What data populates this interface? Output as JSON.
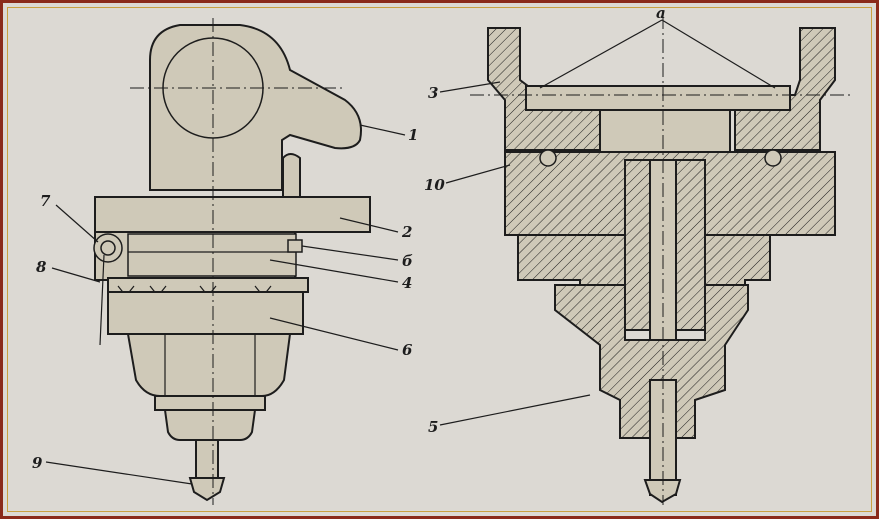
{
  "figure": {
    "left_labels": [
      "1",
      "2",
      "б",
      "4",
      "6",
      "7",
      "8",
      "9"
    ],
    "right_labels": [
      "a",
      "3",
      "10",
      "5"
    ]
  },
  "colors": {
    "frame_outer": "#8a2a1a",
    "frame_inner": "#c9a040",
    "paper": "#dcd9d3",
    "part_fill": "#cfc9b8",
    "ink": "#1d1d1d"
  }
}
